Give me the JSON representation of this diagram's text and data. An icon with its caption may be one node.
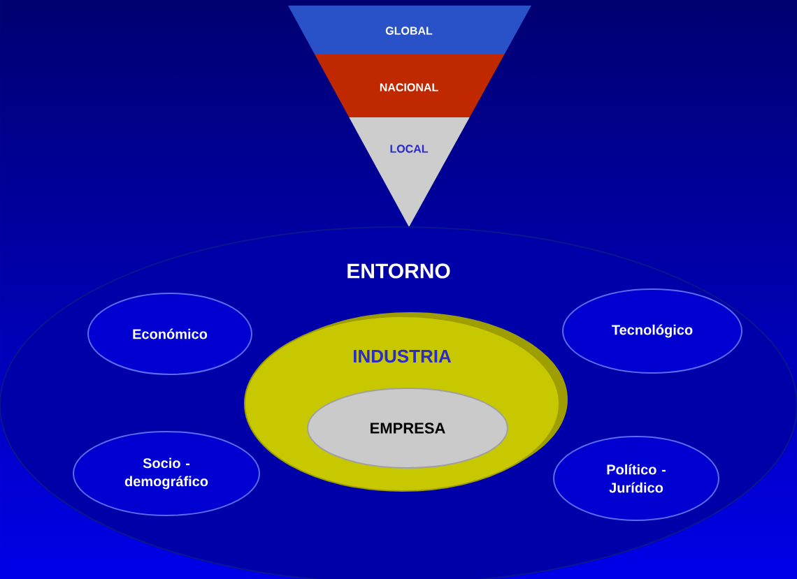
{
  "diagram": {
    "nodes": [
      {
        "text": [
          "GLOBAL"
        ]
      },
      {
        "text": [
          "NACIONAL"
        ]
      },
      {
        "text": [
          "LOCAL"
        ]
      },
      {
        "text": [
          "ENTORNO"
        ]
      },
      {
        "text": [
          "Económico"
        ],
        "in": 3
      },
      {
        "text": [
          "Tecnológico"
        ],
        "in": 3
      },
      {
        "text": [
          "INDUSTRIA"
        ],
        "in": 3
      },
      {
        "text": [
          "EMPRESA"
        ],
        "in": 6
      },
      {
        "text": [
          "Socio - demográfico"
        ],
        "in": 3
      },
      {
        "text": [
          "Político - Jurídico"
        ],
        "in": 3
      }
    ]
  }
}
